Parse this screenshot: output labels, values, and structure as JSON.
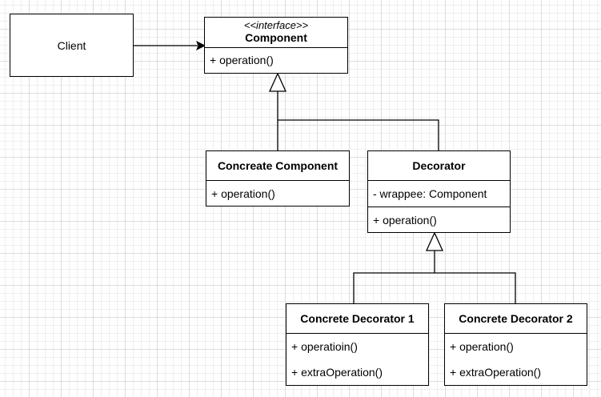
{
  "client": {
    "label": "Client"
  },
  "component": {
    "stereotype": "<<interface>>",
    "name": "Component",
    "methods": [
      "+ operation()"
    ]
  },
  "concrete_component": {
    "name": "Concreate Component",
    "methods": [
      "+ operation()"
    ]
  },
  "decorator": {
    "name": "Decorator",
    "fields": [
      "- wrappee: Component"
    ],
    "methods": [
      "+ operation()"
    ]
  },
  "concrete_decorator_1": {
    "name": "Concrete Decorator 1",
    "methods": [
      "+ operatioin()",
      "+ extraOperation()"
    ]
  },
  "concrete_decorator_2": {
    "name": "Concrete Decorator 2",
    "methods": [
      "+ operation()",
      "+ extraOperation()"
    ]
  }
}
